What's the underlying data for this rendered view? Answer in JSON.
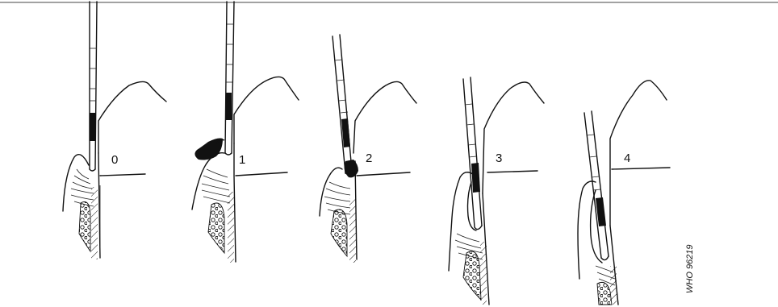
{
  "diagram": {
    "stages": [
      {
        "label": "0"
      },
      {
        "label": "1"
      },
      {
        "label": "2"
      },
      {
        "label": "3"
      },
      {
        "label": "4"
      }
    ],
    "reference_code": "WHO 96219"
  }
}
